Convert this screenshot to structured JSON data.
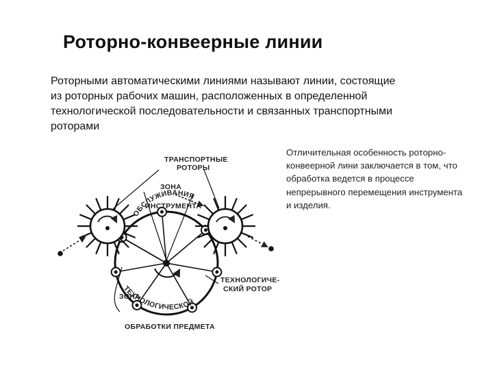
{
  "slide": {
    "title": "Роторно-конвеерные линии",
    "intro_text": "Роторными автоматическими линиями называют линии, состоящие из роторных рабочих машин, расположенных в определенной технологической последовательности и связанных транспортными роторами",
    "side_note": "Отличительная особенность роторно-конвеерной лини заключается в том, что обработка ведется в процессе непрерывного перемещения инструмента и изделия."
  },
  "diagram": {
    "labels": {
      "transport_rotors": [
        "ТРАНСПОРТНЫЕ",
        "РОТОРЫ"
      ],
      "service_zone": [
        "ЗОНА",
        "ОБСЛУЖИВАНИЯ",
        "ИНСТРУМЕНТА"
      ],
      "tech_rotor": [
        "ТЕХНОЛОГИЧЕ-",
        "СКИЙ РОТОР"
      ],
      "processing_zone": [
        "ЗОНА",
        "ТЕХНОЛОГИЧЕСКОЙ",
        "ОБРАБОТКИ ПРЕДМЕТА"
      ]
    }
  }
}
